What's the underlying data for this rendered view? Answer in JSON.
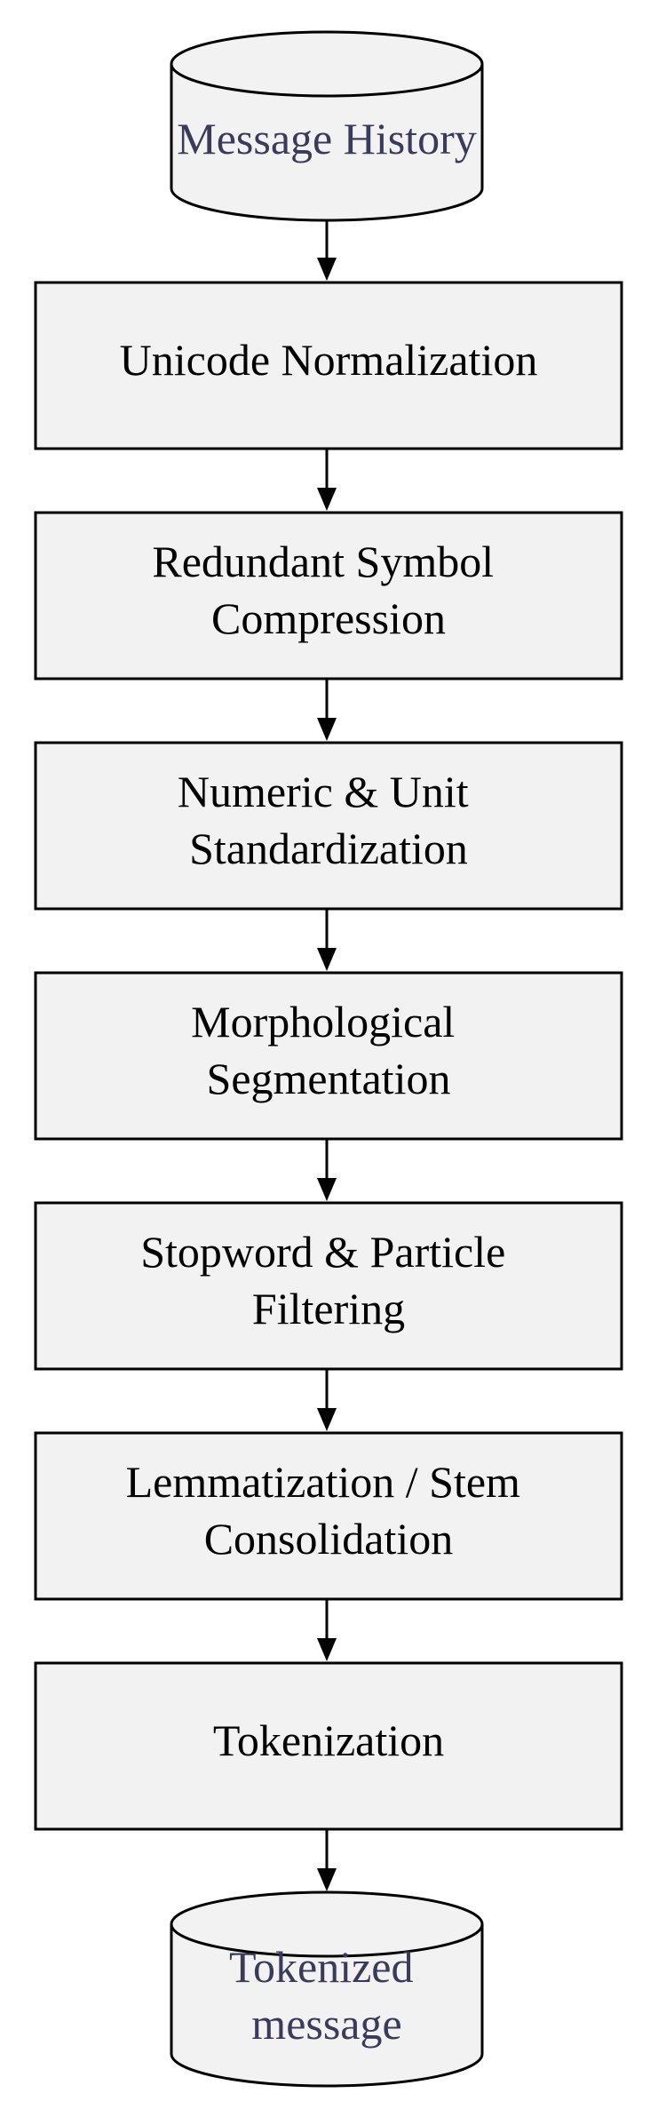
{
  "colors": {
    "box_fill": "#f2f2f2",
    "stroke": "#000000",
    "process_text": "#000000",
    "datastore_text": "#3a3a5c"
  },
  "source": {
    "lines": [
      "Message History"
    ]
  },
  "steps": [
    {
      "lines": [
        "Unicode Normalization"
      ]
    },
    {
      "lines": [
        "Redundant Symbol",
        "Compression"
      ]
    },
    {
      "lines": [
        "Numeric & Unit",
        "Standardization"
      ]
    },
    {
      "lines": [
        "Morphological",
        "Segmentation"
      ]
    },
    {
      "lines": [
        "Stopword & Particle",
        "Filtering"
      ]
    },
    {
      "lines": [
        "Lemmatization / Stem",
        "Consolidation"
      ]
    },
    {
      "lines": [
        "Tokenization"
      ]
    }
  ],
  "sink": {
    "lines": [
      "Tokenized",
      "message"
    ]
  }
}
